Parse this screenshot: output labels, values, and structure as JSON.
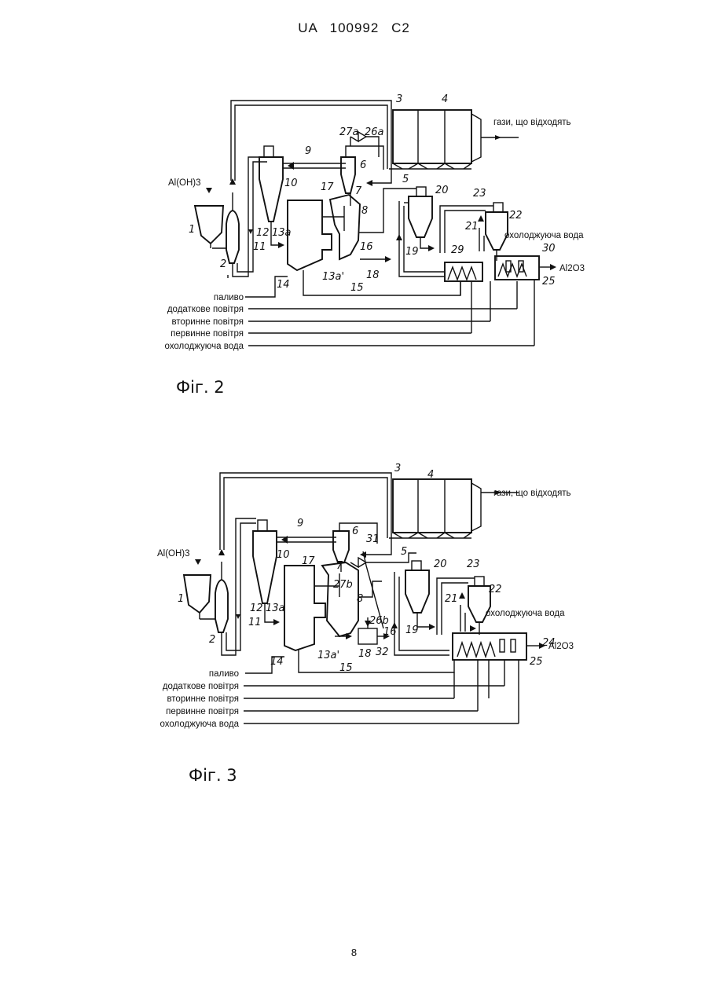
{
  "header": {
    "country": "UA",
    "number": "100992",
    "kind": "C2"
  },
  "page_number": "8",
  "figures": [
    {
      "caption": "Фіг. 2",
      "feed": "Al(OH)3",
      "offgas": "гази, що відходять",
      "product": "Al2O3",
      "cooling_water_label": "охолоджуюча вода",
      "inputs": [
        "паливо",
        "додаткове повітря",
        "вторинне повітря",
        "первинне повітря",
        "охолоджуюча вода"
      ],
      "refs": [
        "1",
        "2",
        "3",
        "4",
        "5",
        "6",
        "7",
        "8",
        "9",
        "10",
        "11",
        "12",
        "13a",
        "13a'",
        "14",
        "15",
        "16",
        "17",
        "18",
        "19",
        "20",
        "21",
        "22",
        "23",
        "25",
        "26a",
        "27a",
        "29",
        "30"
      ]
    },
    {
      "caption": "Фіг. 3",
      "feed": "Al(OH)3",
      "offgas": "гази, що відходять",
      "product": "Al2O3",
      "cooling_water_label": "охолоджуюча вода",
      "inputs": [
        "паливо",
        "додаткове повітря",
        "вторинне повітря",
        "первинне повітря",
        "охолоджуюча вода"
      ],
      "refs": [
        "1",
        "2",
        "3",
        "4",
        "5",
        "6",
        "7",
        "8",
        "9",
        "10",
        "11",
        "12",
        "13a",
        "13a'",
        "14",
        "15",
        "16",
        "17",
        "18",
        "19",
        "20",
        "21",
        "22",
        "23",
        "24",
        "25",
        "26b",
        "27b",
        "31",
        "32"
      ]
    }
  ]
}
